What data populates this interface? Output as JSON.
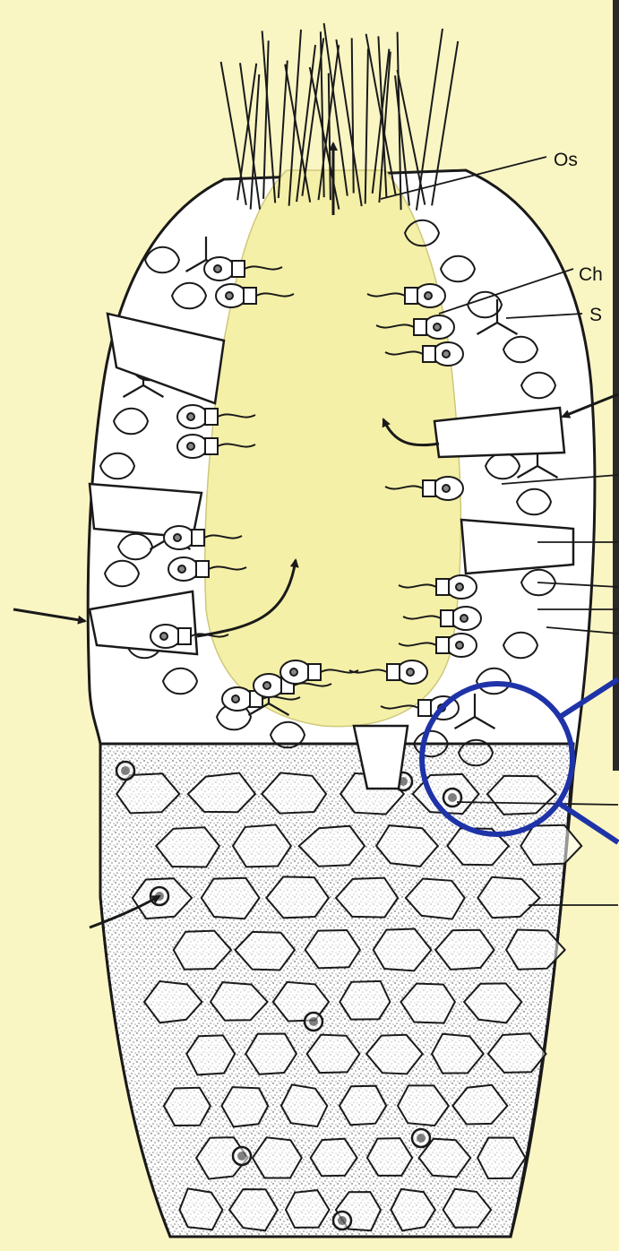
{
  "colors": {
    "background": "#faf6c4",
    "cavity": "#f5f0a8",
    "ink": "#1a1a1a",
    "cell_fill": "#ffffff",
    "highlight_circle": "#1f33a8",
    "right_edge_strip": "#2a2a2a"
  },
  "labels": {
    "osculum": "Os",
    "choanocyte": "Ch",
    "spicule": "S"
  }
}
